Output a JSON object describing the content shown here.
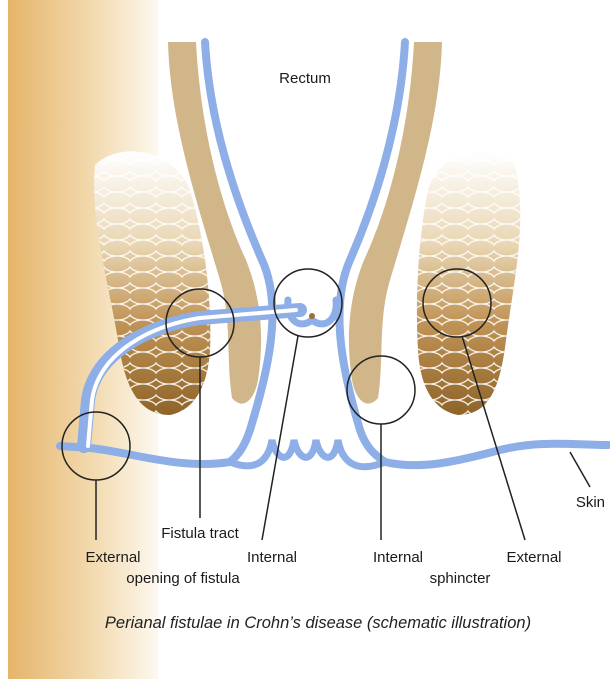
{
  "labels": {
    "rectum": "Rectum",
    "skin": "Skin",
    "fistula_tract": "Fistula tract",
    "external_opening_line1": "External",
    "external_opening_line2": "opening of fistula",
    "internal_opening": "Internal",
    "internal_sphincter_line1": "Internal",
    "internal_sphincter_line2": "sphincter",
    "external_sphincter": "External"
  },
  "caption": "Perianal fistulae in Crohn’s disease (schematic illustration)",
  "colors": {
    "background": "#ffffff",
    "skin_gradient_dark": "#e5b46a",
    "skin_gradient_light": "#fbf3e4",
    "mucosa_blue": "#8eaee8",
    "muscle_tan": "#d1b68a",
    "sphincter_dark": "#9c7130",
    "sphincter_light": "#ffffff",
    "outline": "#222222"
  }
}
